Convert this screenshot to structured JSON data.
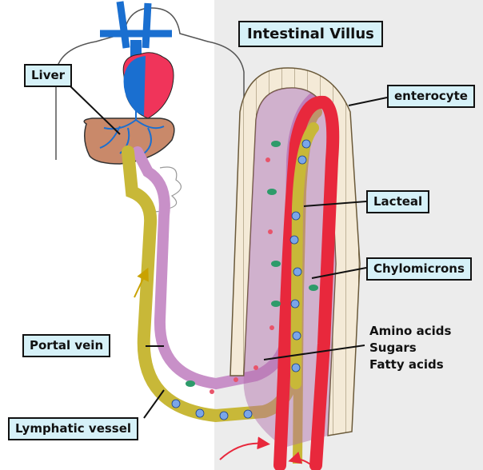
{
  "diagram": {
    "title": "Intestinal Villus",
    "labels": {
      "liver": "Liver",
      "enterocyte": "enterocyte",
      "lacteal": "Lacteal",
      "chylomicrons": "Chylomicrons",
      "portal_vein": "Portal vein",
      "lymphatic_vessel": "Lymphatic vessel"
    },
    "nutrients": [
      "Amino acids",
      "Sugars",
      "Fatty acids"
    ],
    "colors": {
      "label_fill": "#d6f1f8",
      "artery": "#e8283c",
      "portal_vein": "#c890c8",
      "lacteal": "#c8b838",
      "heart_vein": "#1a6fd0",
      "liver": "#c9896a",
      "background_panel": "#ececec"
    }
  }
}
